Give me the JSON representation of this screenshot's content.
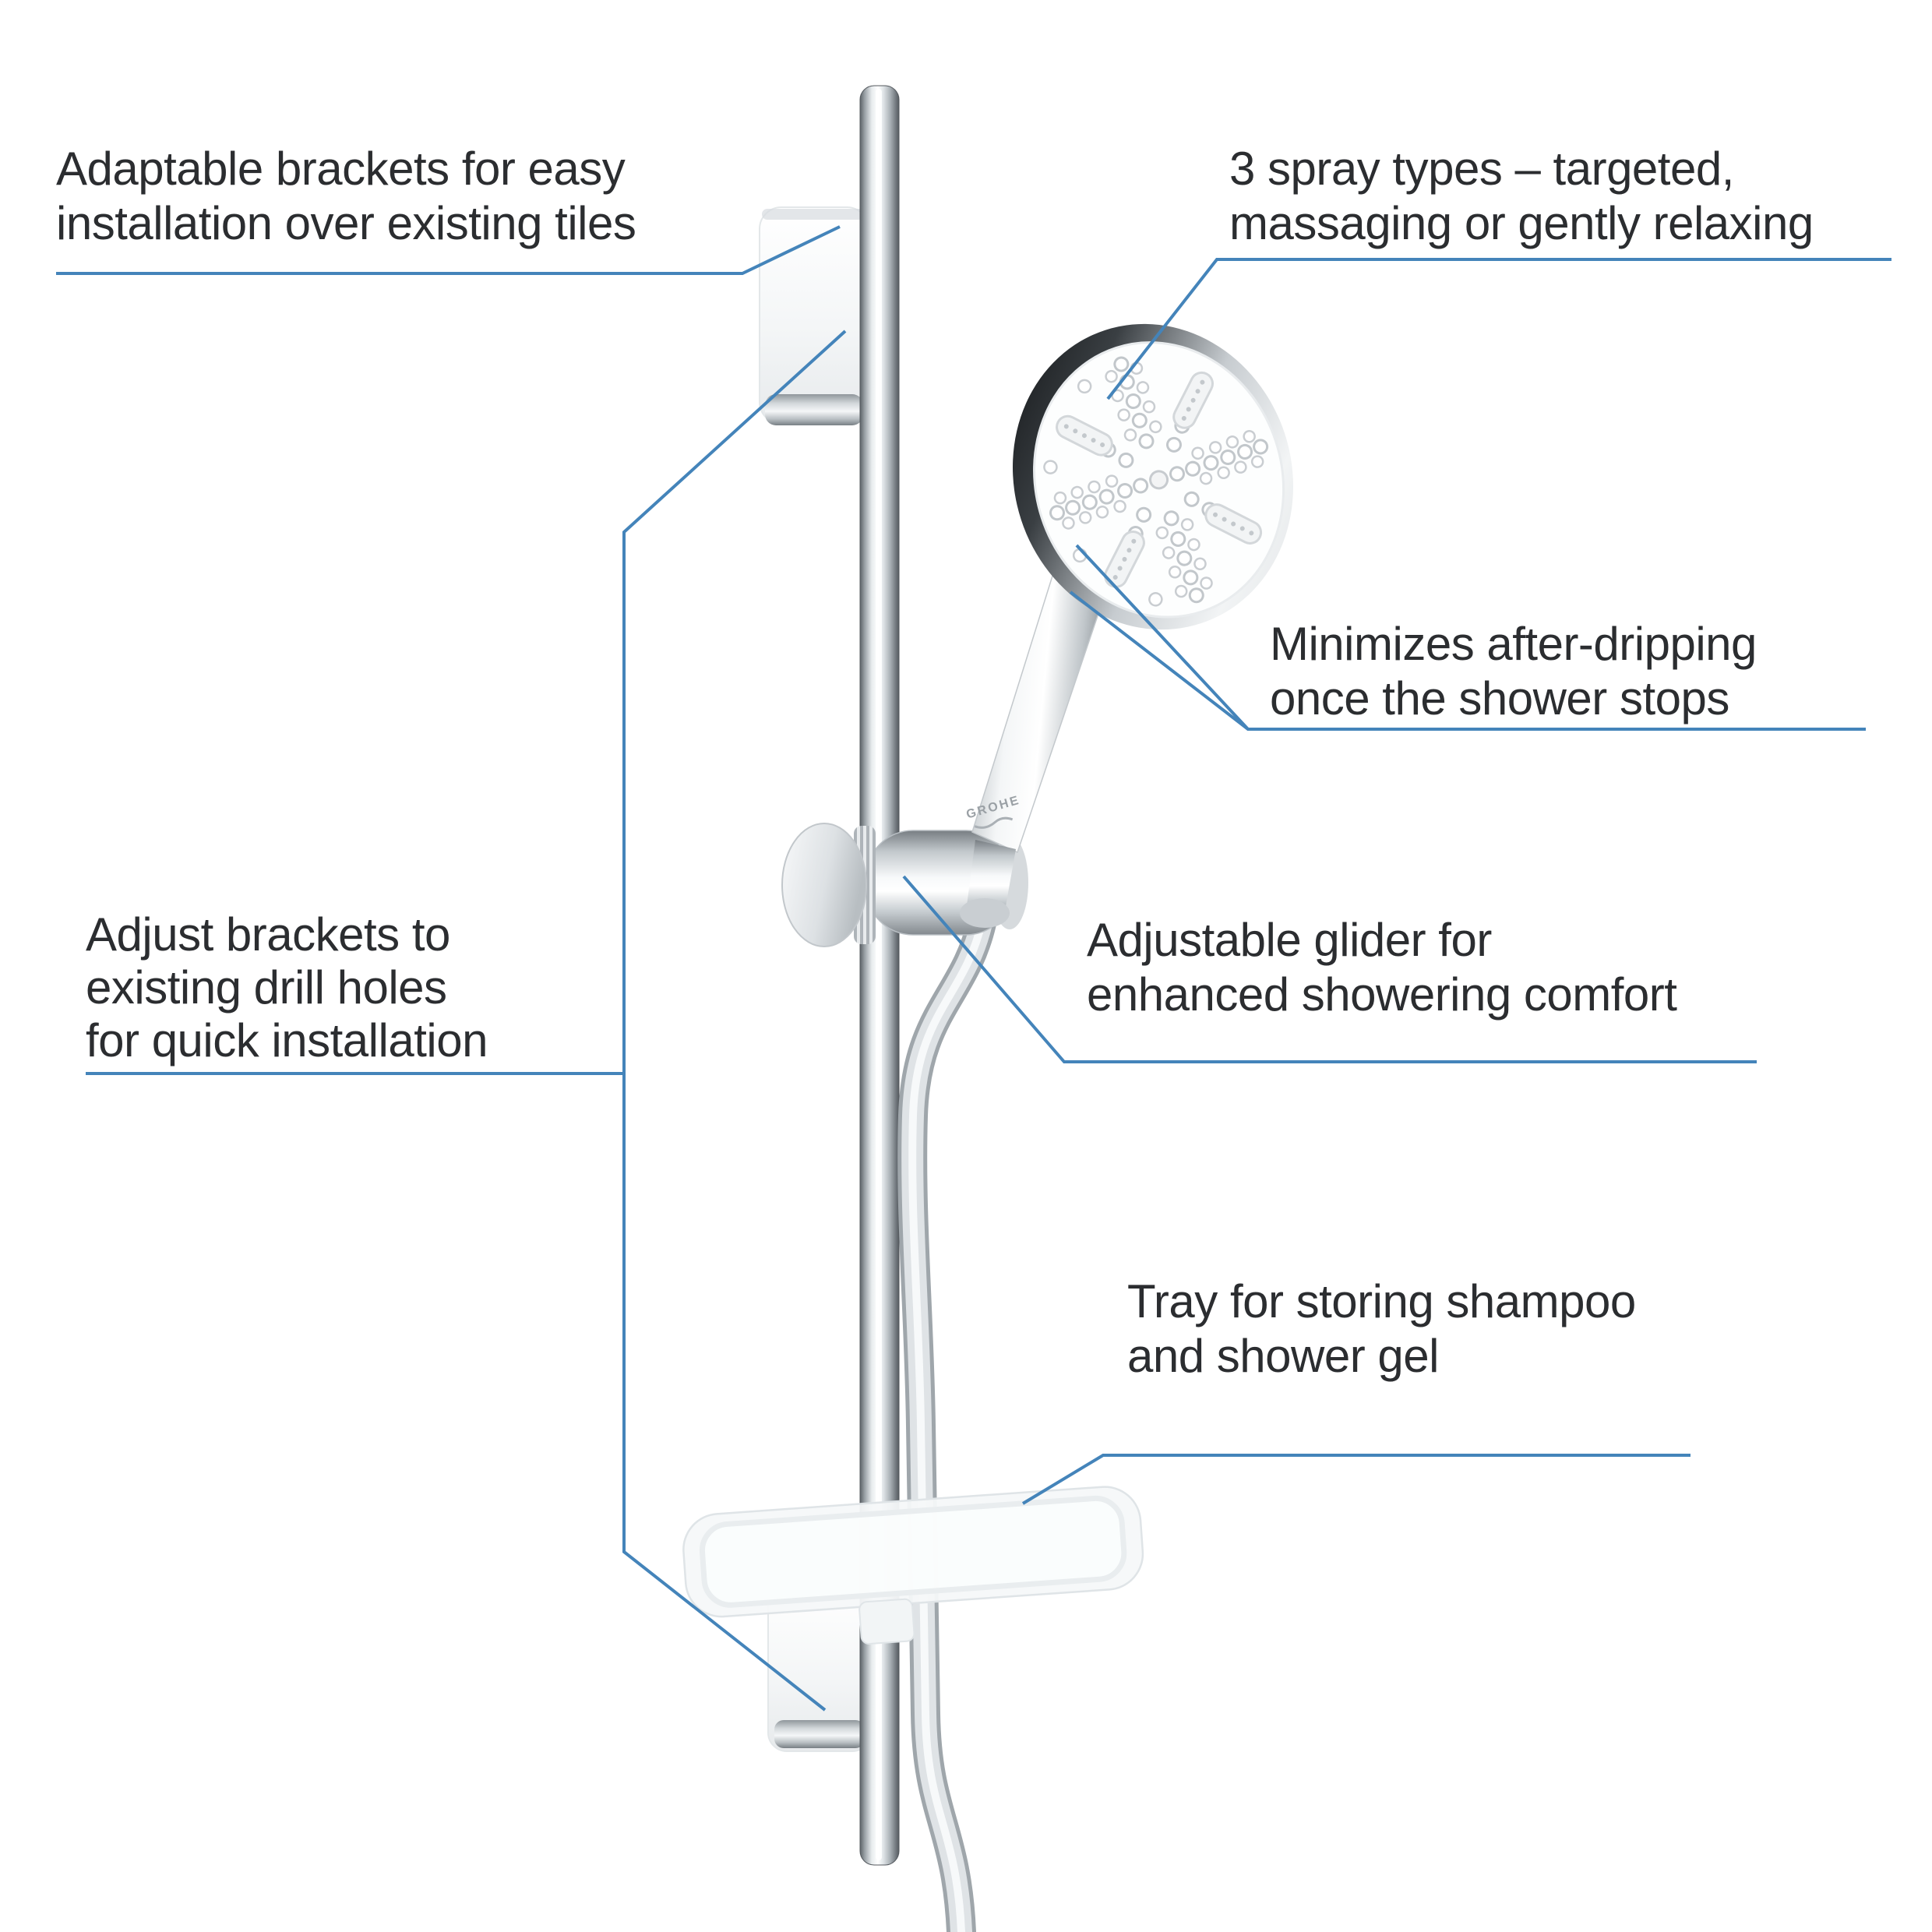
{
  "branding": {
    "logo_text": "GROHE"
  },
  "annotations": [
    {
      "id": "adaptable-brackets",
      "lines": [
        "Adaptable brackets for easy",
        "installation over existing tiles"
      ]
    },
    {
      "id": "spray-types",
      "lines": [
        "3 spray types – targeted,",
        "massaging or gently relaxing"
      ]
    },
    {
      "id": "after-dripping",
      "lines": [
        "Minimizes after-dripping",
        "once the shower stops"
      ]
    },
    {
      "id": "adjust-brackets",
      "lines": [
        "Adjust brackets to",
        "existing drill holes",
        "for quick installation"
      ]
    },
    {
      "id": "glider",
      "lines": [
        "Adjustable glider for",
        "enhanced showering comfort"
      ]
    },
    {
      "id": "tray",
      "lines": [
        "Tray for storing shampoo",
        "and shower gel"
      ]
    }
  ],
  "colors": {
    "leader_line": "#4484ba",
    "text": "#2b2d30",
    "chrome_dark": "#5d6368",
    "chrome_light": "#ffffff"
  }
}
